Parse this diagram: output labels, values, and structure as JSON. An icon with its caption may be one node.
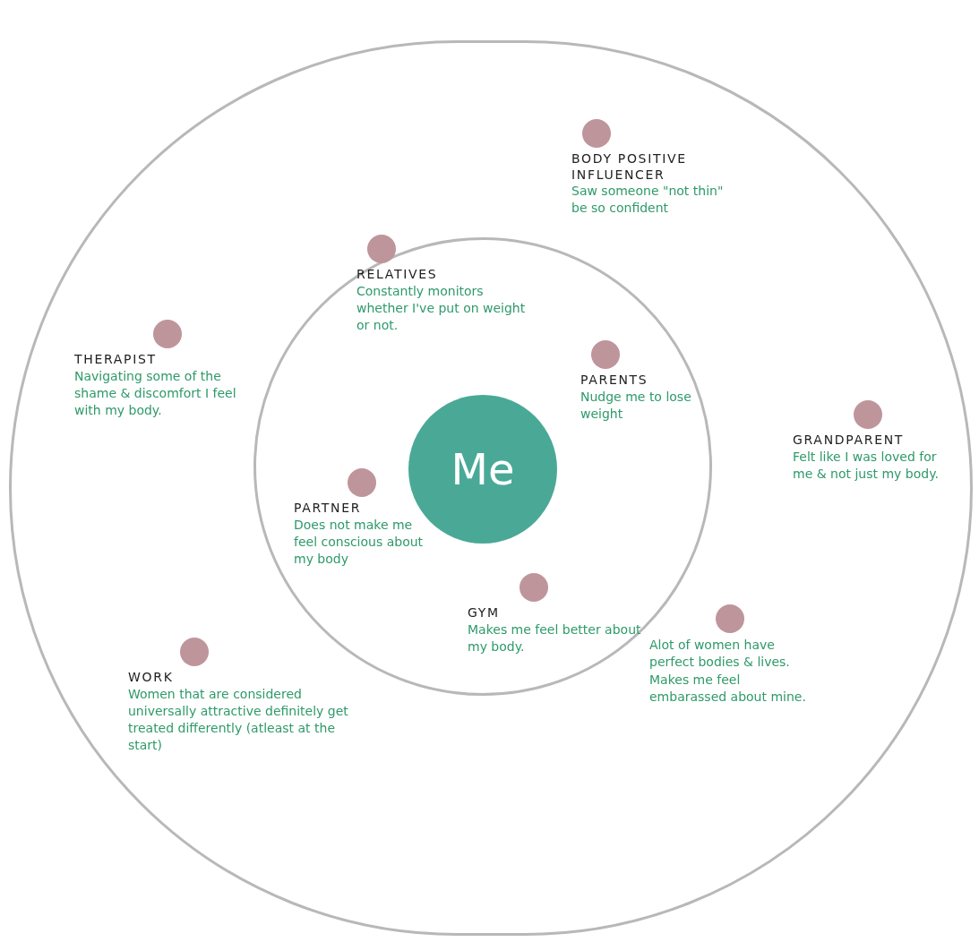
{
  "diagram": {
    "nodes": [
      {
        "text": [],
        "shape": "circle"
      },
      {
        "text": [],
        "shape": "circle",
        "in": 0
      },
      {
        "text": [
          "Me"
        ],
        "in": 1
      },
      {
        "text": [
          "BODY POSITIVE INFLUENCER",
          "Saw someone \"not thin\" be so confident"
        ],
        "in": 0
      },
      {
        "text": [
          "RELATIVES",
          "Constantly monitors whether I've put on weight or not."
        ],
        "in": 1
      },
      {
        "text": [
          "THERAPIST",
          "Navigating some of the shame & discomfort I feel with my body."
        ],
        "in": 0
      },
      {
        "text": [
          "PARENTS",
          "Nudge me to lose weight"
        ],
        "in": 1
      },
      {
        "text": [
          "GRANDPARENT",
          "Felt like I was loved for me & not just my body."
        ],
        "in": 0
      },
      {
        "text": [
          "PARTNER",
          "Does not make me feel conscious about my body"
        ],
        "in": 1
      },
      {
        "text": [
          "GYM",
          "Makes me feel better about my body."
        ],
        "in": 1
      },
      {
        "text": [
          "Alot of women have perfect bodies & lives. Makes me feel embarassed about mine."
        ],
        "in": 0
      },
      {
        "text": [
          "WORK",
          "Women that are considered universally attractive definitely get treated differently (atleast at the start)"
        ],
        "in": 0
      }
    ]
  }
}
